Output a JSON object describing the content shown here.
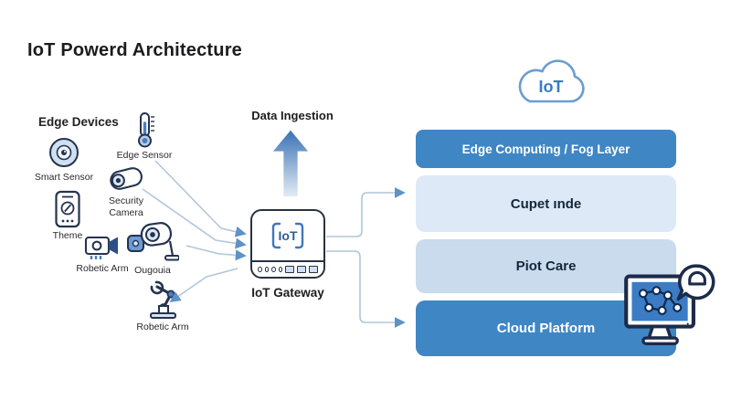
{
  "title": "IoT Powerd Architecture",
  "edge_devices": {
    "heading": "Edge Devices",
    "items": [
      {
        "label": "Smart Sensor",
        "icon": "smart-sensor-icon"
      },
      {
        "label": "Edge Sensor",
        "icon": "thermometer-icon"
      },
      {
        "label": "Security Camera",
        "icon": "security-camera-icon"
      },
      {
        "label": "Theme",
        "icon": "smartphone-icon"
      },
      {
        "label": "Robetic Arm",
        "icon": "projector-camera-icon"
      },
      {
        "label": "Ougouia",
        "icon": "cctv-camera-icon"
      },
      {
        "label": "Robetic Arm",
        "icon": "robot-arm-icon"
      }
    ]
  },
  "ingestion": {
    "label": "Data Ingestion",
    "icon": "up-arrow-icon"
  },
  "gateway": {
    "label": "IoT Gateway",
    "chip_text": "IoT"
  },
  "cloud": {
    "label": "IoT",
    "icon": "cloud-icon"
  },
  "layers": [
    {
      "label": "Edge Computing / Fog Layer",
      "variant": "solid"
    },
    {
      "label": "Cupet ınde",
      "variant": "light"
    },
    {
      "label": "Piot Care",
      "variant": "lighter"
    },
    {
      "label": "Cloud Platform",
      "variant": "solid"
    }
  ],
  "colors": {
    "accent_blue": "#3f86c5",
    "layer_light": "#dde9f6",
    "layer_lighter": "#c9dbec",
    "connector_line": "#b0c6da",
    "arrowhead": "#5f92c6",
    "icon_stroke": "#24334f",
    "cloud_stroke": "#6b9cd2"
  }
}
